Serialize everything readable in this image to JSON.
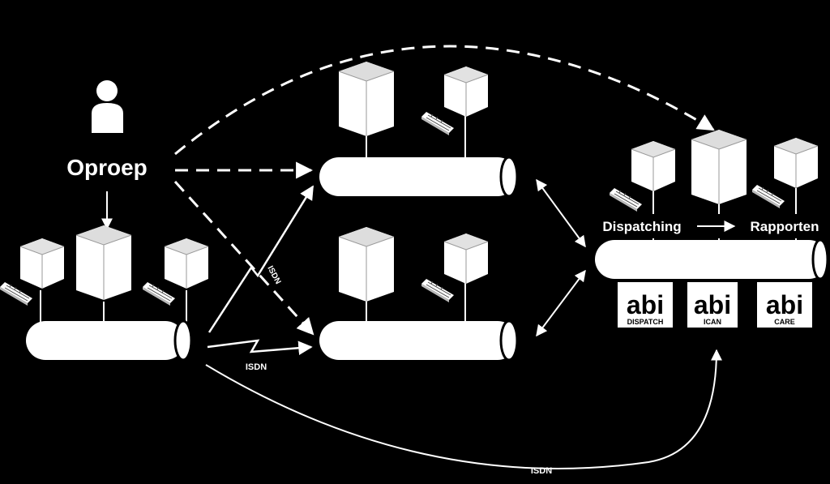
{
  "caller": {
    "label": "Oproep",
    "icon": "person-icon"
  },
  "flow": {
    "left_label": "Dispatching",
    "right_label": "Rapporten"
  },
  "links": [
    {
      "label": "ISDN"
    },
    {
      "label": "ISDN"
    },
    {
      "label": "ISDN"
    }
  ],
  "logos": [
    {
      "mark": "abi",
      "sub": "DISPATCH"
    },
    {
      "mark": "abi",
      "sub": "ICAN"
    },
    {
      "mark": "abi",
      "sub": "CARE"
    }
  ],
  "colors": {
    "background": "#000000",
    "foreground": "#ffffff"
  }
}
